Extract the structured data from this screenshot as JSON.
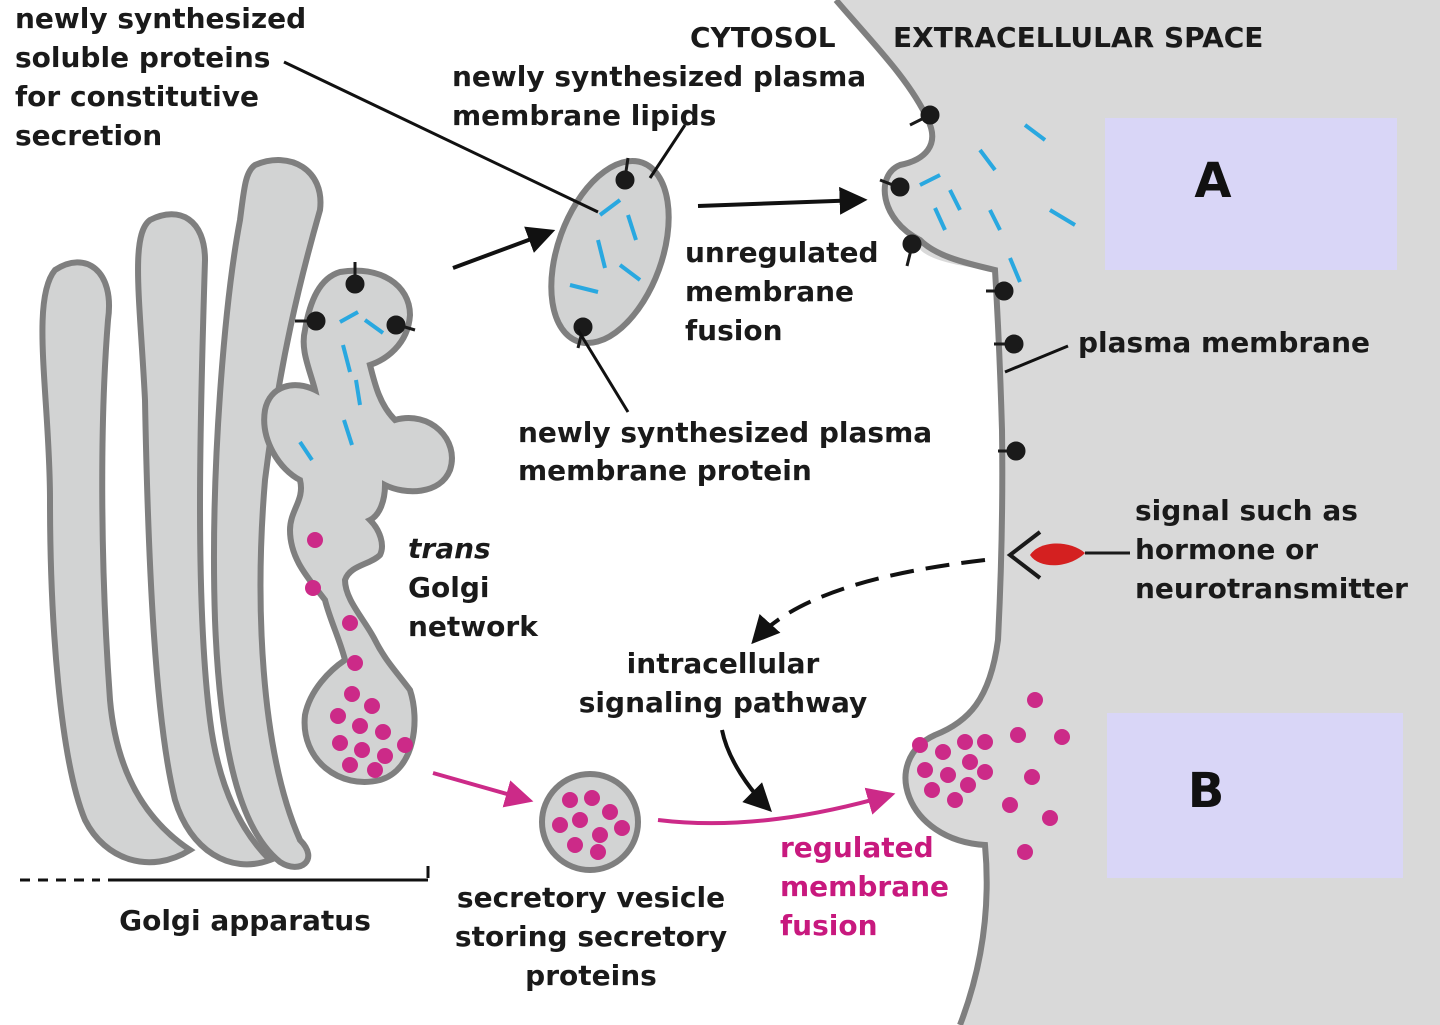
{
  "regions": {
    "cytosol": "CYTOSOL",
    "extracellular": "EXTRACELLULAR SPACE"
  },
  "labels": {
    "soluble_proteins": [
      "newly synthesized",
      "soluble proteins",
      "for constitutive",
      "secretion"
    ],
    "pm_lipids": [
      "newly synthesized plasma",
      "membrane lipids"
    ],
    "unregulated_fusion": [
      "unregulated",
      "membrane",
      "fusion"
    ],
    "pm_protein": [
      "newly synthesized plasma",
      "membrane protein"
    ],
    "plasma_membrane": "plasma membrane",
    "signal": [
      "signal such as",
      "hormone or",
      "neurotransmitter"
    ],
    "trans_golgi": [
      "trans",
      "Golgi",
      "network"
    ],
    "intracellular_pathway": [
      "intracellular",
      "signaling pathway"
    ],
    "secretory_vesicle": [
      "secretory vesicle",
      "storing secretory",
      "proteins"
    ],
    "regulated_fusion": [
      "regulated",
      "membrane",
      "fusion"
    ],
    "golgi_apparatus": "Golgi apparatus"
  },
  "boxes": {
    "a": "A",
    "b": "B"
  },
  "colors": {
    "membrane_fill": "#d2d3d3",
    "membrane_stroke": "#7f7f7f",
    "extracellular_fill": "#d9d9d9",
    "soluble_protein": "#29a8e0",
    "secretory_protein": "#cc2a88",
    "signal_molecule": "#d42020",
    "label_box": "#d9d6f7",
    "regulated_text": "#c8197e"
  }
}
